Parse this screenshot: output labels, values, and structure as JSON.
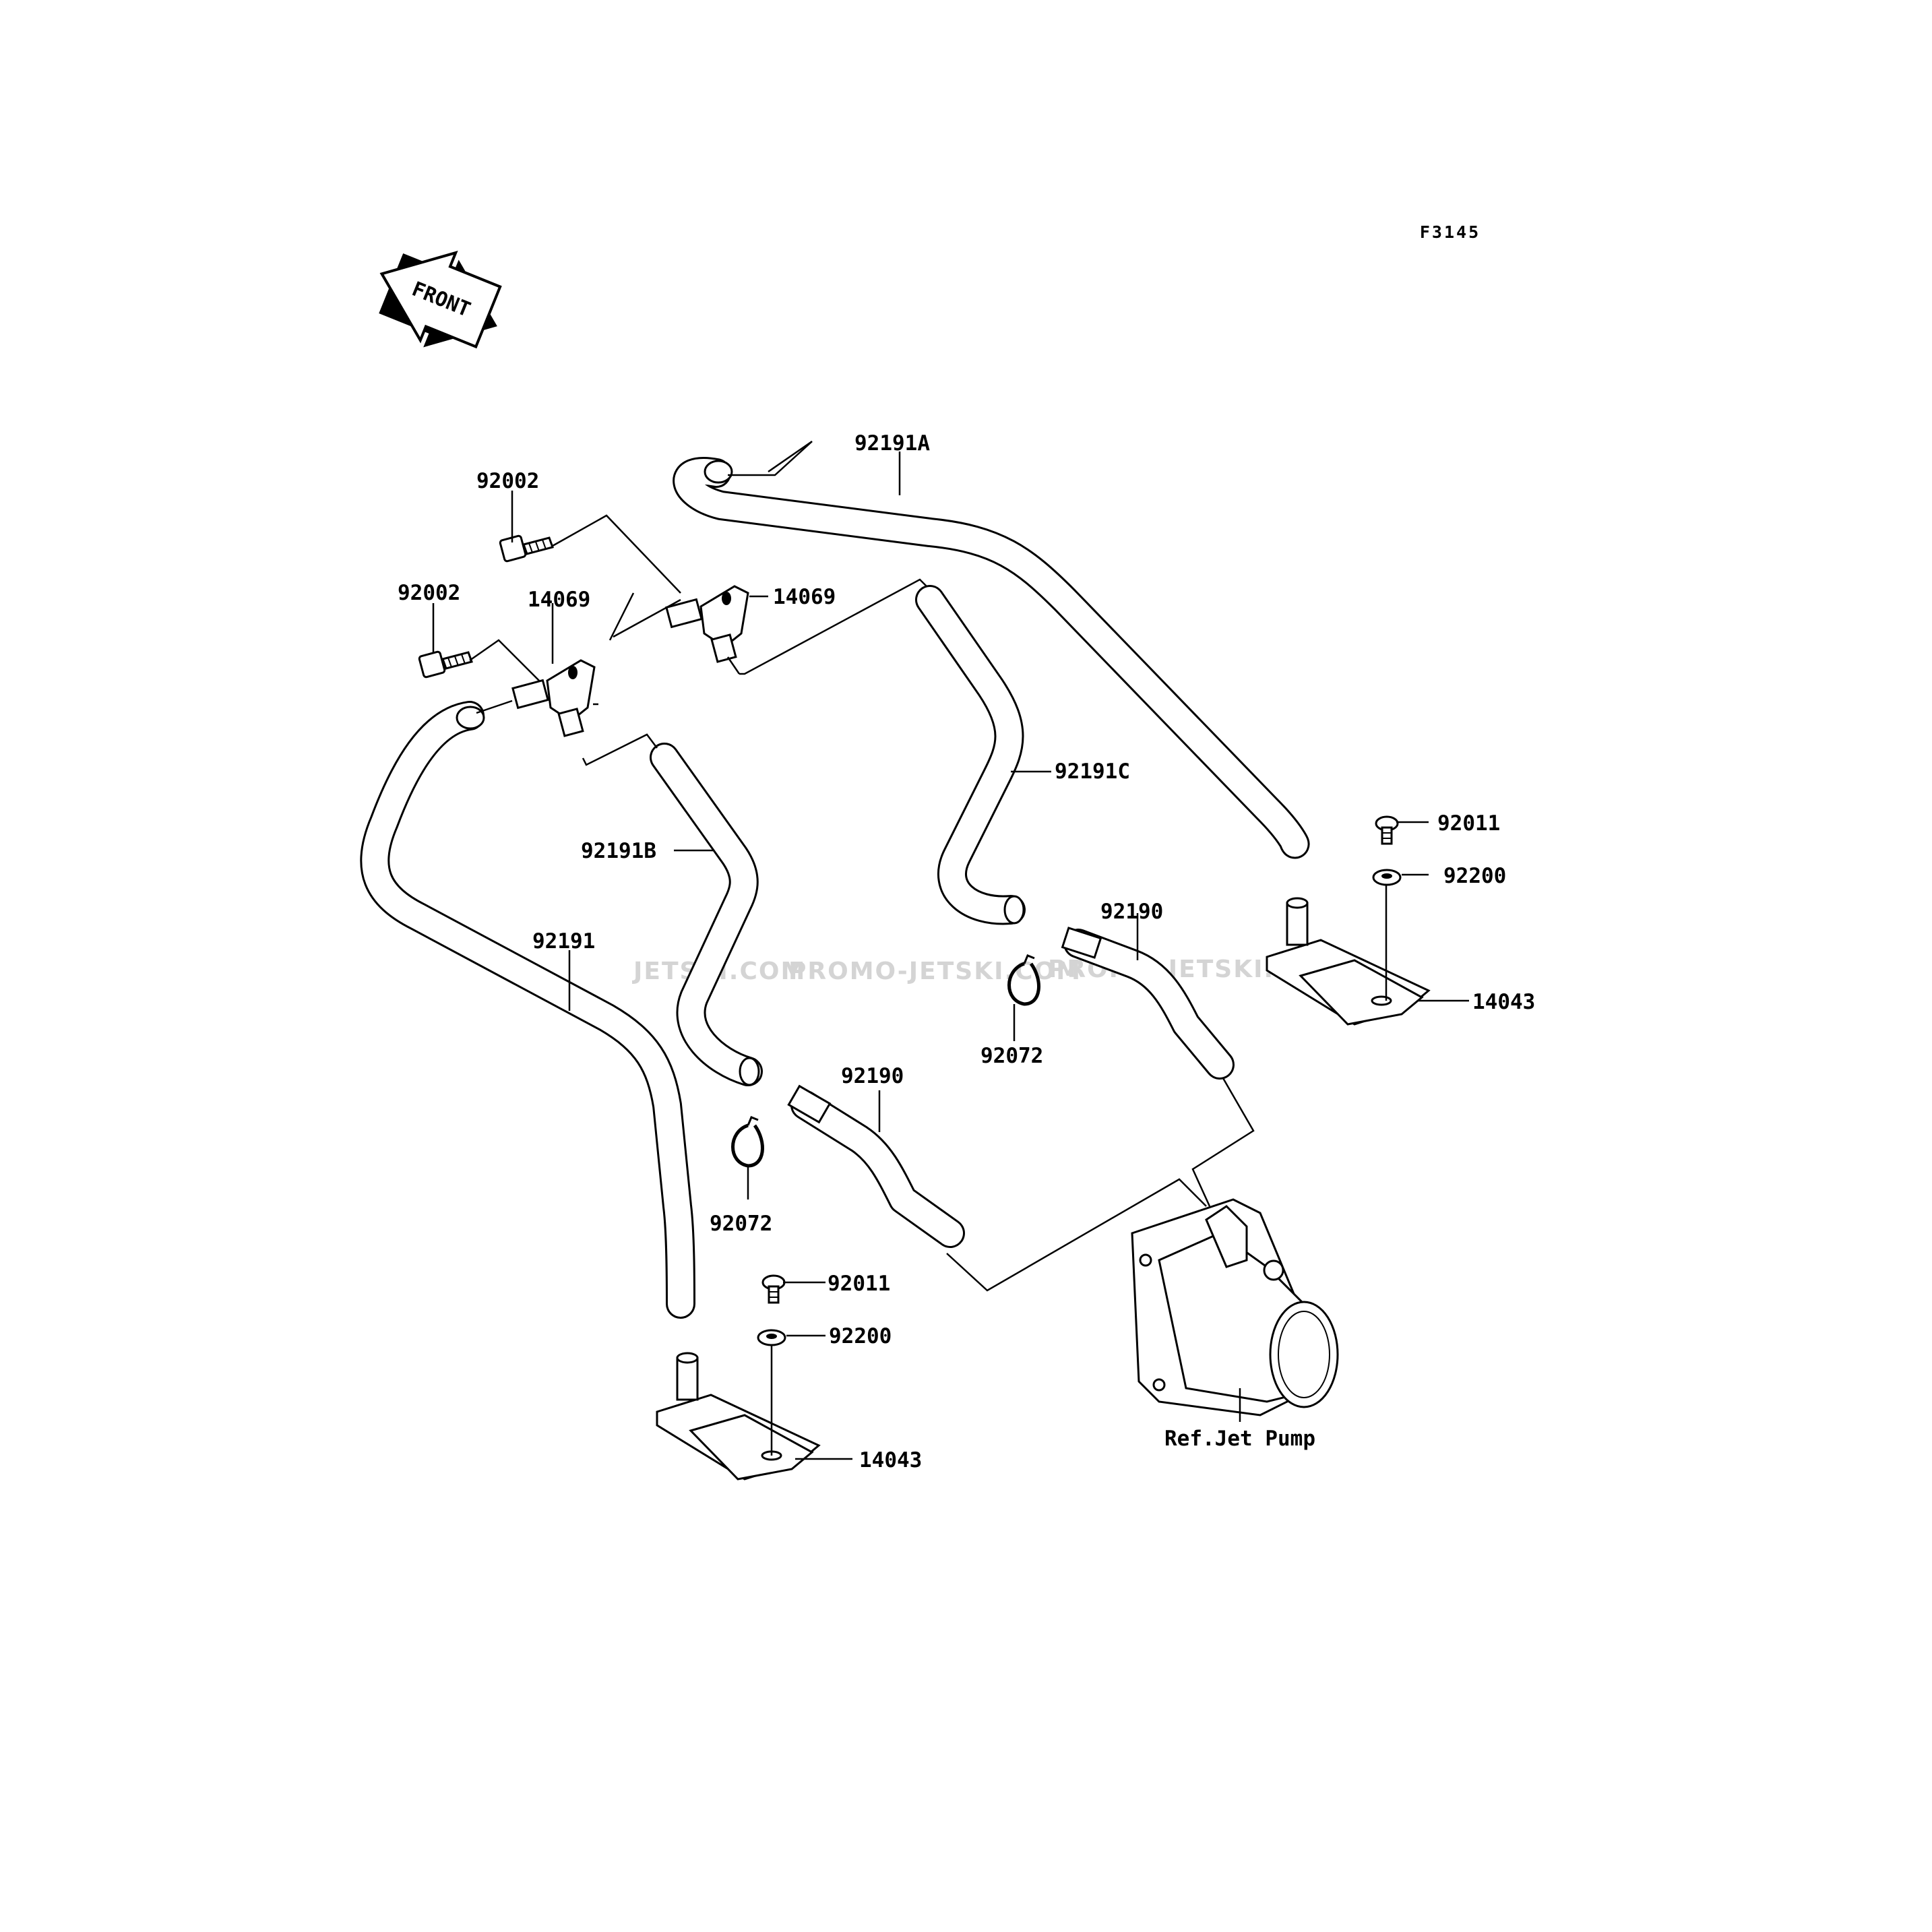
{
  "figure_code": "F3145",
  "front_arrow_text": "FRONT",
  "watermarks": [
    "JETSKI.COM",
    "PROMO-JETSKI.COM",
    "PROMO-JETSKI.COM"
  ],
  "parts": {
    "p92191A": "92191A",
    "p92002_top": "92002",
    "p92002_left": "92002",
    "p14069_left": "14069",
    "p14069_right": "14069",
    "p92191C": "92191C",
    "p92191B": "92191B",
    "p92191": "92191",
    "p92190_right": "92190",
    "p92190_left": "92190",
    "p92072_right": "92072",
    "p92072_left": "92072",
    "p92011_right": "92011",
    "p92200_right": "92200",
    "p14043_right": "14043",
    "p92011_left": "92011",
    "p92200_left": "92200",
    "p14043_left": "14043"
  },
  "reference": "Ref.Jet Pump"
}
